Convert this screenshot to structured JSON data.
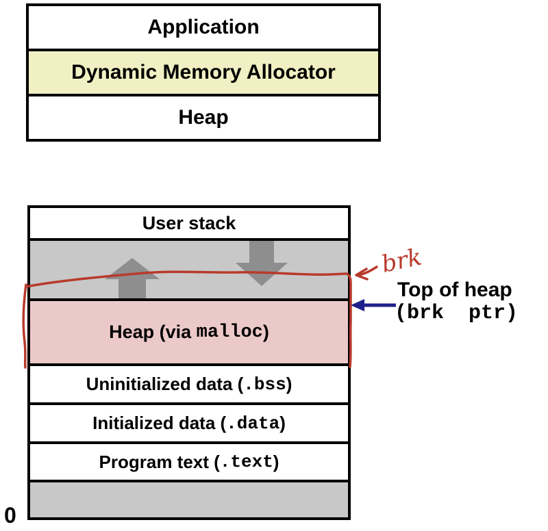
{
  "colors": {
    "highlight_yellow": "#f0f0c4",
    "region_gray": "#c8c8c8",
    "arrow_gray": "#8e8e8e",
    "heap_pink": "#ecc9c9",
    "annotation_red": "#b83a2b",
    "pointer_navy": "#1f1f8a",
    "border_black": "#000000"
  },
  "layers_table": {
    "rows": [
      {
        "label": "Application"
      },
      {
        "label": "Dynamic Memory Allocator"
      },
      {
        "label": "Heap"
      }
    ]
  },
  "memory_map": {
    "rows": [
      {
        "id": "user-stack",
        "prefix": "User stack",
        "code": "",
        "suffix": ""
      },
      {
        "id": "mmap-region",
        "prefix": "",
        "code": "",
        "suffix": ""
      },
      {
        "id": "heap",
        "prefix": "Heap (via ",
        "code": "malloc",
        "suffix": ")"
      },
      {
        "id": "bss",
        "prefix": "Uninitialized data (",
        "code": ".bss",
        "suffix": ")"
      },
      {
        "id": "data",
        "prefix": "Initialized data (",
        "code": ".data",
        "suffix": ")"
      },
      {
        "id": "text",
        "prefix": "Program text (",
        "code": ".text",
        "suffix": ")"
      },
      {
        "id": "reserved",
        "prefix": "",
        "code": "",
        "suffix": ""
      }
    ],
    "origin_label": "0"
  },
  "annotations": {
    "brk_handwritten": "brk",
    "top_of_heap": "Top of heap",
    "brk_ptr": "(brk  ptr)"
  },
  "icons": {
    "heap_grow_icon": "arrow-up",
    "stack_grow_icon": "arrow-down",
    "brk_pointer_icon": "arrow-left",
    "hand_drawn_arrow_icon": "arrow-left-curved"
  }
}
